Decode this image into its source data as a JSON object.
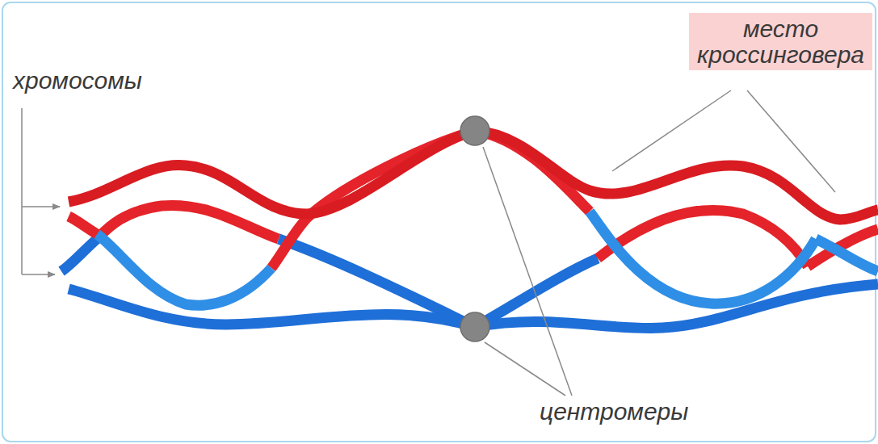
{
  "diagram": {
    "nodes": [
      {
        "text": [
          "место кроссинговера"
        ]
      }
    ],
    "labels": [
      "хромосомы",
      "центромеры"
    ]
  }
}
